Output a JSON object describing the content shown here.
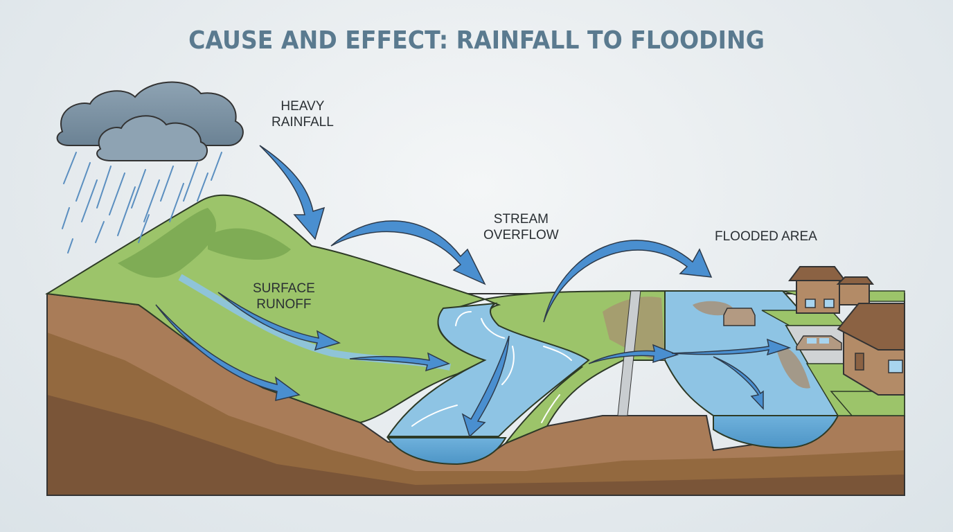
{
  "title": "CAUSE AND EFFECT: RAINFALL TO FLOODING",
  "labels": {
    "heavy_rainfall": [
      "HEAVY",
      "RAINFALL"
    ],
    "surface_runoff": [
      "SURFACE",
      "RUNOFF"
    ],
    "stream_overflow": [
      "STREAM",
      "OVERFLOW"
    ],
    "flooded_area": "FLOODED AREA"
  },
  "stages": [
    {
      "id": "heavy-rainfall",
      "name": "Heavy Rainfall"
    },
    {
      "id": "surface-runoff",
      "name": "Surface Runoff"
    },
    {
      "id": "stream-overflow",
      "name": "Stream Overflow"
    },
    {
      "id": "flooded-area",
      "name": "Flooded Area"
    }
  ],
  "colors": {
    "title": "#5a7a8f",
    "arrow": "#4a8fd0",
    "water": "#8ec4e4",
    "grass": "#9cc46a",
    "soil_top": "#a97c58",
    "soil_mid": "#93693f",
    "soil_deep": "#7a5538",
    "house": "#b38b67",
    "roof": "#8b6243"
  }
}
